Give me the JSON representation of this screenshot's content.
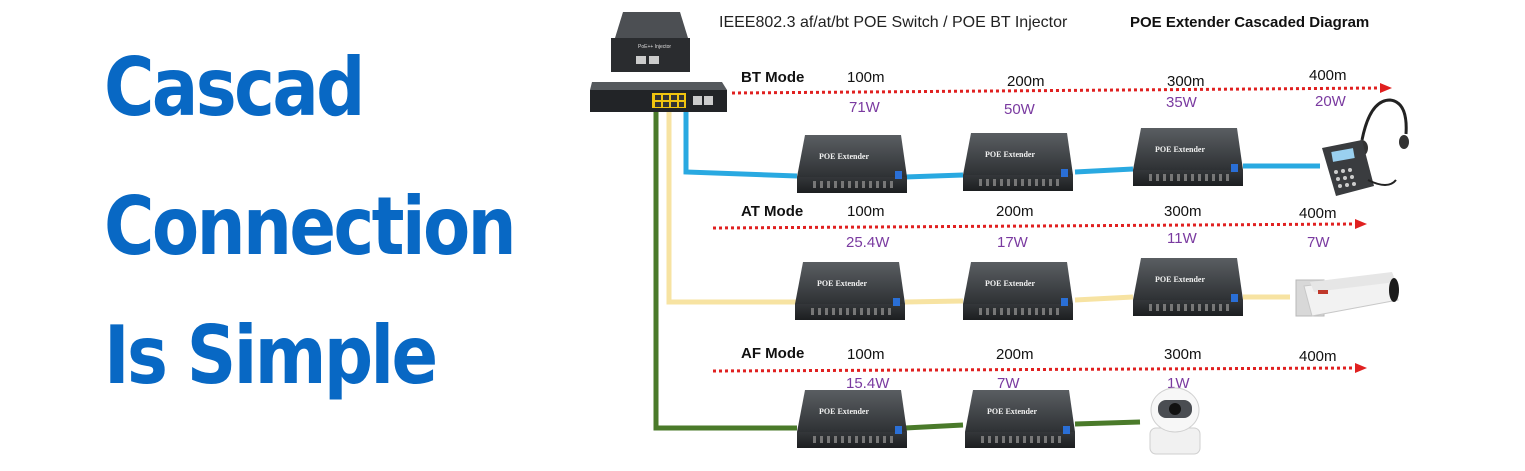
{
  "headline": {
    "line1": "Cascad",
    "line2": "Connection",
    "line3": "Is Simple"
  },
  "diagram": {
    "source_caption": "IEEE802.3 af/at/bt POE Switch / POE BT Injector",
    "title": "POE Extender Cascaded Diagram",
    "injector_label": "PoE++ Injector",
    "extender_label": "POE Extender",
    "modes": [
      {
        "name": "BT Mode",
        "distances": [
          "100m",
          "200m",
          "300m",
          "400m"
        ],
        "powers": [
          "71W",
          "50W",
          "35W",
          "20W"
        ],
        "end_device": "ip-phone-icon",
        "cable_color": "#29a9e1"
      },
      {
        "name": "AT Mode",
        "distances": [
          "100m",
          "200m",
          "300m",
          "400m"
        ],
        "powers": [
          "25.4W",
          "17W",
          "11W",
          "7W"
        ],
        "end_device": "bullet-camera-icon",
        "cable_color": "#f7e3a2"
      },
      {
        "name": "AF Mode",
        "distances": [
          "100m",
          "200m",
          "300m",
          "400m"
        ],
        "powers": [
          "15.4W",
          "7W",
          "1W"
        ],
        "end_device": "dome-camera-icon",
        "cable_color": "#4a7a2a"
      }
    ],
    "colors": {
      "headline": "#0868c4",
      "power_text": "#7a3aa0",
      "arrow": "#e02020",
      "device_body": "#3a3d40"
    }
  }
}
